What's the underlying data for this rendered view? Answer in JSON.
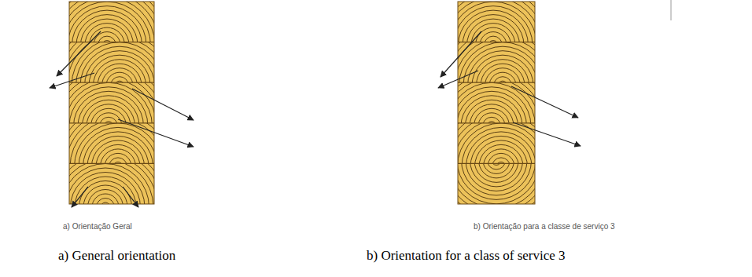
{
  "diagram": {
    "labels": [
      "a) Orientação Geral",
      "b) Orientação para a classe de serviço 3",
      "a) General orientation",
      "b) Orientation for a class of service 3"
    ]
  }
}
